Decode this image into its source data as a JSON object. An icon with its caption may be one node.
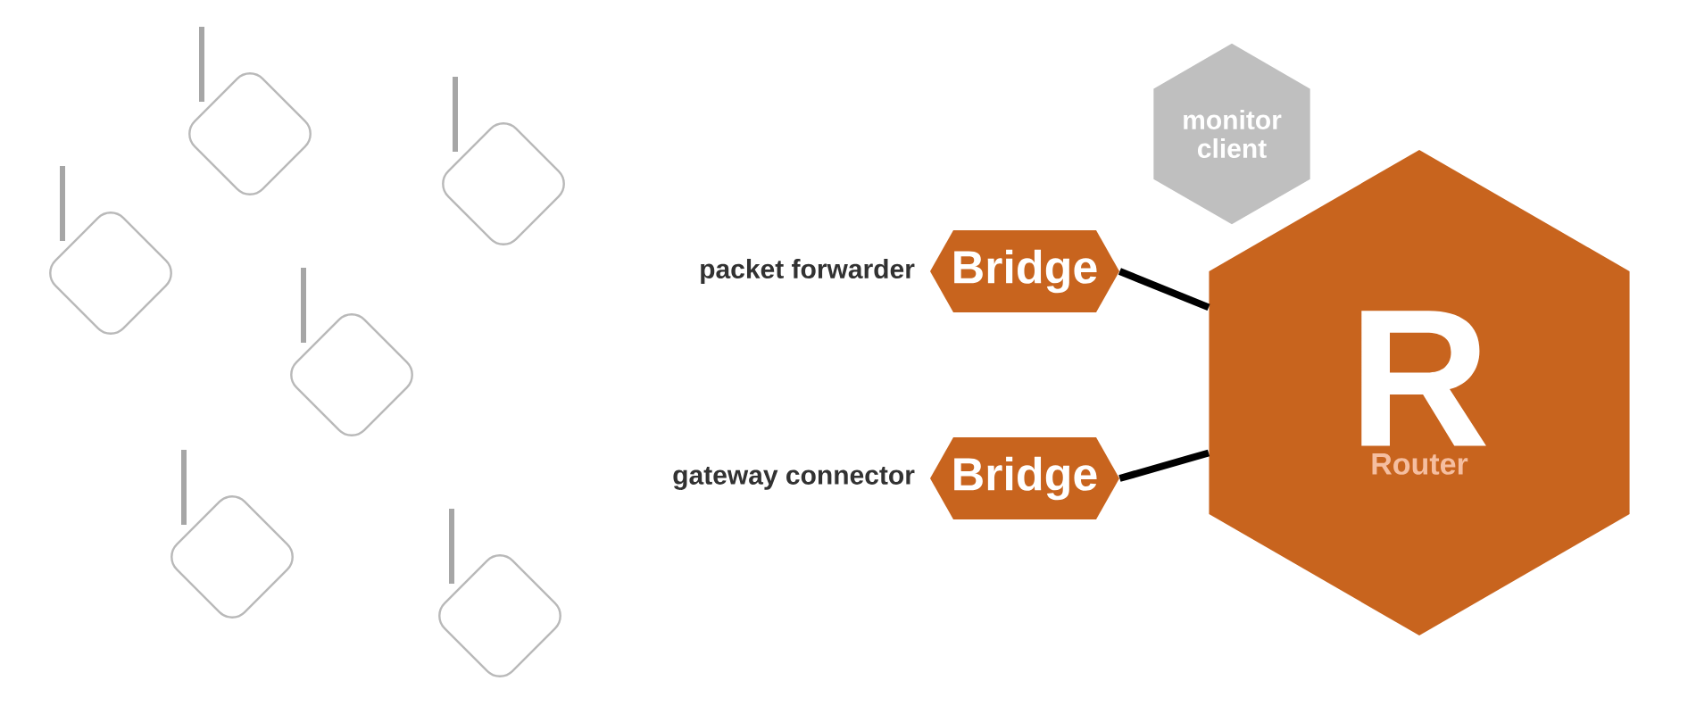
{
  "diagram": {
    "nodes": [
      {
        "text": [
          "monitor client"
        ]
      },
      {
        "text": [
          "Bridge"
        ],
        "beside": [
          "packet forwarder"
        ]
      },
      {
        "text": [
          "Bridge"
        ],
        "beside": [
          "gateway connector"
        ]
      },
      {
        "text": [
          "R",
          "Router"
        ]
      }
    ],
    "edges": [
      {
        "from": 1,
        "to": 3,
        "arrow": "none"
      },
      {
        "from": 2,
        "to": 3,
        "arrow": "none"
      }
    ]
  }
}
